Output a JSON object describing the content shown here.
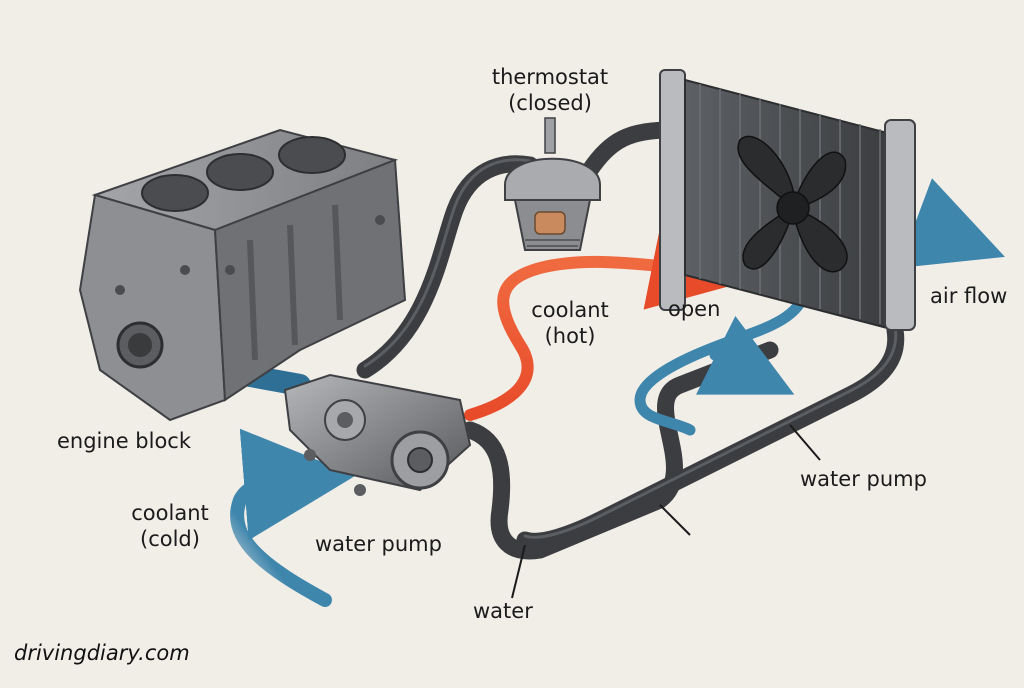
{
  "labels": {
    "thermostat": "thermostat",
    "thermostat_state": "(closed)",
    "coolant_hot": "coolant",
    "coolant_hot_paren": "(hot)",
    "open": "open",
    "air_flow": "air flow",
    "engine_block": "engine block",
    "coolant_cold": "coolant",
    "coolant_cold_paren": "(cold)",
    "water_pump_front": "water pump",
    "water_pump_right": "water pump",
    "water": "water"
  },
  "watermark": "drivingdiary.com",
  "colors": {
    "background": "#f1eee8",
    "hot_coolant": "#e84b2a",
    "cold_coolant": "#3f86ad",
    "hose": "#3b3d40",
    "metal": "#8a8c8f",
    "ink": "#1b1b1b"
  }
}
